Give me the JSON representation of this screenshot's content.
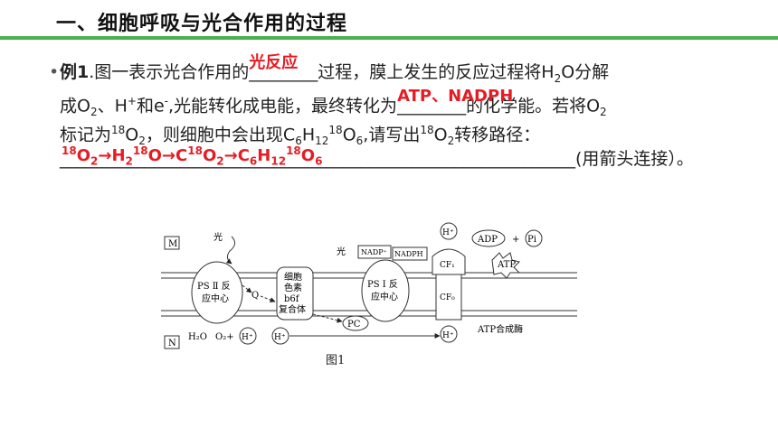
{
  "header": {
    "title": "一、细胞呼吸与光合作用的过程"
  },
  "question": {
    "bullet": "•",
    "label": "例1",
    "line1_a": ".图一表示光合作用的",
    "blank1": "________",
    "answer1": "光反应",
    "line1_b": "过程，膜上发生的反应过程将H",
    "line1_sub": "2",
    "line1_c": "O分解",
    "line2_a": "成O",
    "line2_sub1": "2",
    "line2_b": "、H",
    "line2_sup1": "+",
    "line2_c": "和e",
    "line2_sup2": "-",
    "line2_d": ",光能转化成电能，最终转化为",
    "blank2": "________",
    "answer2": "ATP、NADPH",
    "line2_e": "的化学能。若将O",
    "line2_sub2": "2",
    "line3_a": "标记为",
    "line3_sup1": "18",
    "line3_b": "O",
    "line3_sub1": "2",
    "line3_c": "，则细胞中会出现C",
    "line3_sub2": "6",
    "line3_d": "H",
    "line3_sub3": "12",
    "line3_sup2": "18",
    "line3_e": "O",
    "line3_sub4": "6",
    "line3_f": ",请写出",
    "line3_sup3": "18",
    "line3_g": "O",
    "line3_sub5": "2",
    "line3_h": "转移路径：",
    "blank3": "____________________________________________________________",
    "line4_tail": "(用箭头连接）。",
    "answer3": {
      "p1_sup": "18",
      "p1": "O",
      "p1_sub": "2",
      "arrow1": "→",
      "p2": "H",
      "p2_sub": "2",
      "p2_sup": "18",
      "p2b": "O",
      "arrow2": "→",
      "p3": "C",
      "p3_sup": "18",
      "p3b": "O",
      "p3_sub": "2",
      "arrow3": "→",
      "p4": "C",
      "p4_sub1": "6",
      "p4b": "H",
      "p4_sub2": "12",
      "p4_sup": "18",
      "p4c": "O",
      "p4_sub3": "6"
    }
  },
  "figure": {
    "M": "M",
    "N": "N",
    "light1": "光",
    "light2": "光",
    "psii_1": "PS Ⅱ 反",
    "psii_2": "应中心",
    "q": "Q",
    "cyt_1": "细胞",
    "cyt_2": "色素",
    "cyt_3": "b6f",
    "cyt_4": "复合体",
    "psi_1": "PS Ⅰ 反",
    "psi_2": "应中心",
    "pc": "PC",
    "nadp": "NADP⁺",
    "nadph": "NADPH",
    "hplus": "H⁺",
    "cf1": "CF₁",
    "cf0": "CF₀",
    "adp": "ADP",
    "plus": "+",
    "pi": "Pi",
    "atp": "ATP",
    "atp_synthase": "ATP合成酶",
    "h2o": "H₂O",
    "o2": "O₂+",
    "caption": "图1"
  }
}
